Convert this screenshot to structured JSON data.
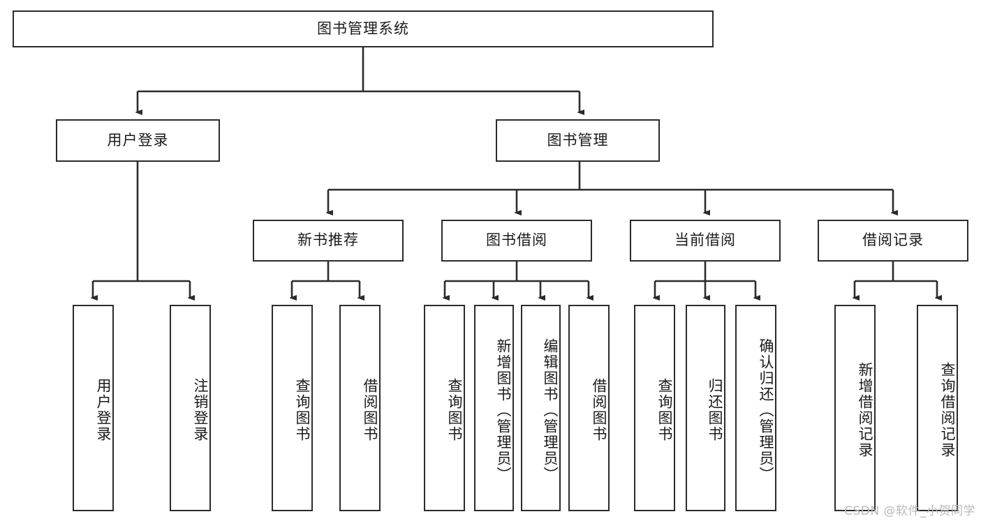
{
  "diagram": {
    "title": "图书管理系统",
    "watermark": "CSDN @软件_小贺同学",
    "levels": {
      "root": {
        "label": "图书管理系统"
      },
      "level2": [
        {
          "label": "用户登录"
        },
        {
          "label": "图书管理"
        }
      ],
      "level3": [
        {
          "label": "新书推荐"
        },
        {
          "label": "图书借阅"
        },
        {
          "label": "当前借阅"
        },
        {
          "label": "借阅记录"
        }
      ],
      "leaves": {
        "user_login": [
          {
            "label": "用户登录"
          },
          {
            "label": "注销登录"
          }
        ],
        "new_book": [
          {
            "label": "查询图书"
          },
          {
            "label": "借阅图书"
          }
        ],
        "book_borrow": [
          {
            "label": "查询图书"
          },
          {
            "label": "新增图书（管理员）"
          },
          {
            "label": "编辑图书（管理员）"
          },
          {
            "label": "借阅图书"
          }
        ],
        "current_borrow": [
          {
            "label": "查询图书"
          },
          {
            "label": "归还图书"
          },
          {
            "label": "确认归还（管理员）"
          }
        ],
        "borrow_record": [
          {
            "label": "新增借阅记录"
          },
          {
            "label": "查询借阅记录"
          }
        ]
      }
    },
    "colors": {
      "stroke": "#2b2b2b",
      "text": "#1a1a1a",
      "background": "#ffffff",
      "watermark": "#b9b9b9"
    }
  }
}
